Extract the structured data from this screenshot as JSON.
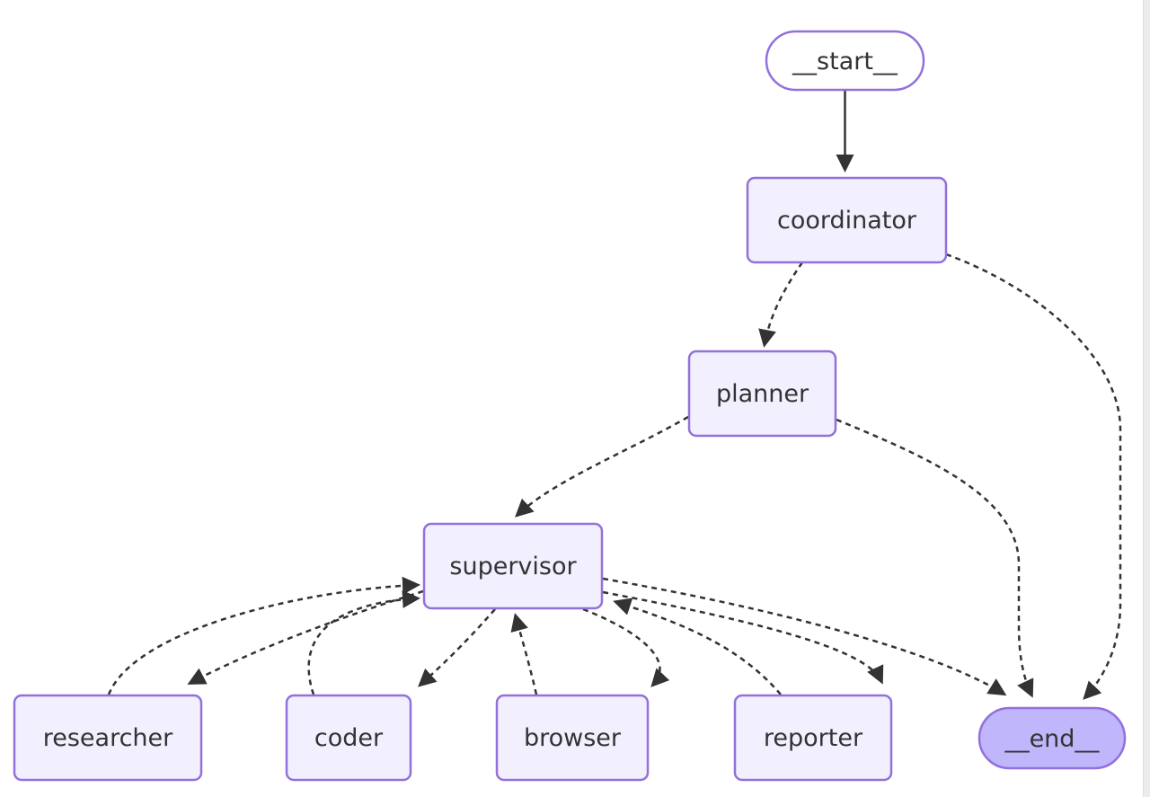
{
  "diagram": {
    "kind": "flowchart",
    "direction": "top-down",
    "nodes": {
      "start": {
        "label": "__start__",
        "shape": "stadium",
        "fill": "#ffffff"
      },
      "coordinator": {
        "label": "coordinator",
        "shape": "rounded-rect",
        "fill": "#f2f0ff"
      },
      "planner": {
        "label": "planner",
        "shape": "rounded-rect",
        "fill": "#f2f0ff"
      },
      "supervisor": {
        "label": "supervisor",
        "shape": "rounded-rect",
        "fill": "#f2f0ff"
      },
      "researcher": {
        "label": "researcher",
        "shape": "rounded-rect",
        "fill": "#f2f0ff"
      },
      "coder": {
        "label": "coder",
        "shape": "rounded-rect",
        "fill": "#f2f0ff"
      },
      "browser": {
        "label": "browser",
        "shape": "rounded-rect",
        "fill": "#f2f0ff"
      },
      "reporter": {
        "label": "reporter",
        "shape": "rounded-rect",
        "fill": "#f2f0ff"
      },
      "end": {
        "label": "__end__",
        "shape": "stadium",
        "fill": "#bfb6fc"
      }
    },
    "edges": [
      {
        "from": "__start__",
        "to": "coordinator",
        "style": "solid"
      },
      {
        "from": "coordinator",
        "to": "planner",
        "style": "dashed"
      },
      {
        "from": "coordinator",
        "to": "__end__",
        "style": "dashed"
      },
      {
        "from": "planner",
        "to": "supervisor",
        "style": "dashed"
      },
      {
        "from": "planner",
        "to": "__end__",
        "style": "dashed"
      },
      {
        "from": "supervisor",
        "to": "researcher",
        "style": "dashed"
      },
      {
        "from": "researcher",
        "to": "supervisor",
        "style": "dashed"
      },
      {
        "from": "supervisor",
        "to": "coder",
        "style": "dashed"
      },
      {
        "from": "coder",
        "to": "supervisor",
        "style": "dashed"
      },
      {
        "from": "supervisor",
        "to": "browser",
        "style": "dashed"
      },
      {
        "from": "browser",
        "to": "supervisor",
        "style": "dashed"
      },
      {
        "from": "supervisor",
        "to": "reporter",
        "style": "dashed"
      },
      {
        "from": "reporter",
        "to": "supervisor",
        "style": "dashed"
      },
      {
        "from": "supervisor",
        "to": "__end__",
        "style": "dashed"
      }
    ],
    "colors": {
      "node_fill": "#f2f0ff",
      "start_fill": "#ffffff",
      "end_fill": "#bfb6fc",
      "node_border": "#9370DB",
      "edge": "#333333",
      "text": "#333333",
      "background": "#ffffff"
    }
  }
}
